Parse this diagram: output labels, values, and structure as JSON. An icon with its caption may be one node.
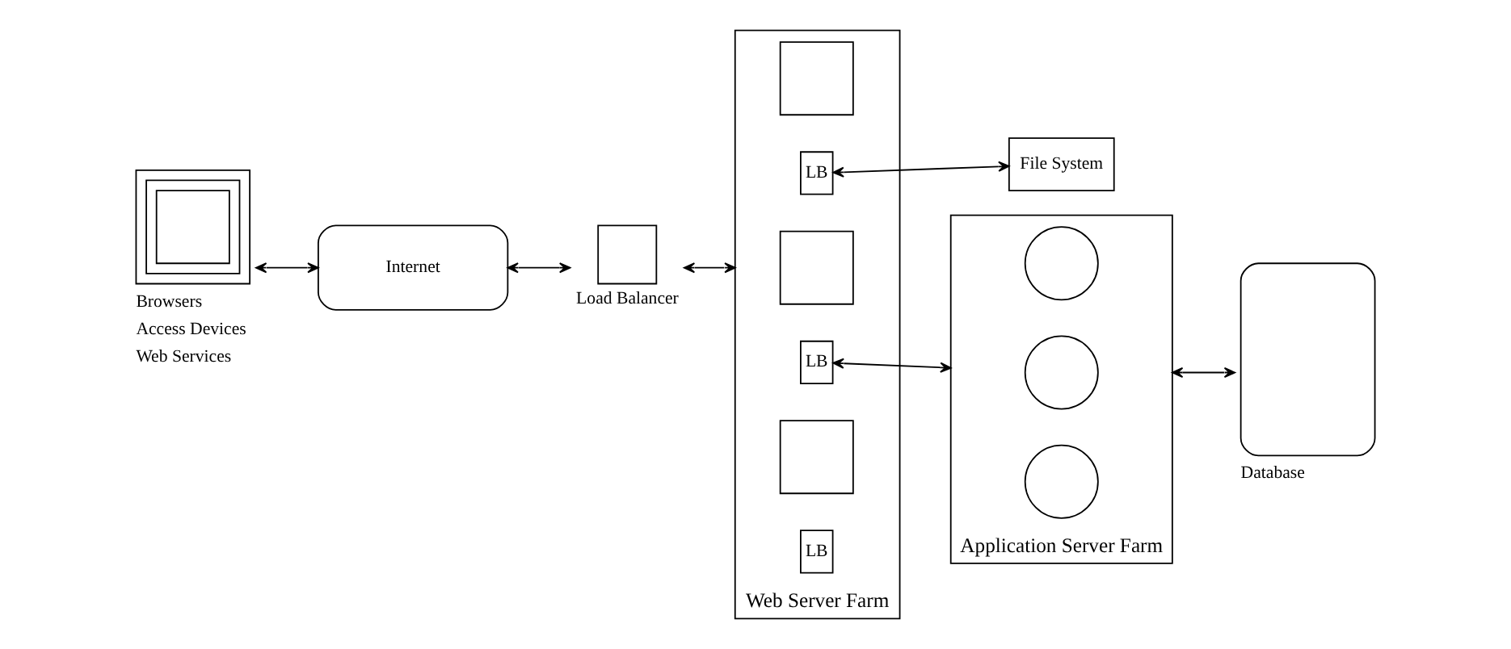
{
  "diagram": {
    "nodes": [
      {
        "text": [
          "Browsers",
          "Access Devices",
          "Web Services"
        ]
      },
      {
        "text": [
          "Internet"
        ]
      },
      {
        "text": [
          "Load Balancer"
        ]
      },
      {
        "text": [
          "Web Server Farm"
        ]
      },
      {
        "text": [],
        "shape": "box",
        "in": 3
      },
      {
        "text": [
          "LB"
        ],
        "in": 3
      },
      {
        "text": [
          "File System"
        ]
      },
      {
        "text": [],
        "shape": "box",
        "in": 3
      },
      {
        "text": [
          "LB"
        ],
        "in": 3
      },
      {
        "text": [],
        "shape": "box",
        "in": 3
      },
      {
        "text": [
          "LB"
        ],
        "in": 3
      },
      {
        "text": [
          "Application Server Farm"
        ]
      },
      {
        "text": [],
        "shape": "circle",
        "in": 11
      },
      {
        "text": [],
        "shape": "circle",
        "in": 11
      },
      {
        "text": [],
        "shape": "circle",
        "in": 11
      },
      {
        "text": [
          "Database"
        ]
      }
    ],
    "edges": [
      {
        "from": 0,
        "to": 1,
        "arrow": "both"
      },
      {
        "from": 1,
        "to": 2,
        "arrow": "both"
      },
      {
        "from": 2,
        "to": 3,
        "arrow": "both"
      },
      {
        "from": 5,
        "to": 6,
        "arrow": "both"
      },
      {
        "from": 8,
        "to": 11,
        "arrow": "both"
      },
      {
        "from": 11,
        "to": 15,
        "arrow": "both"
      }
    ]
  }
}
